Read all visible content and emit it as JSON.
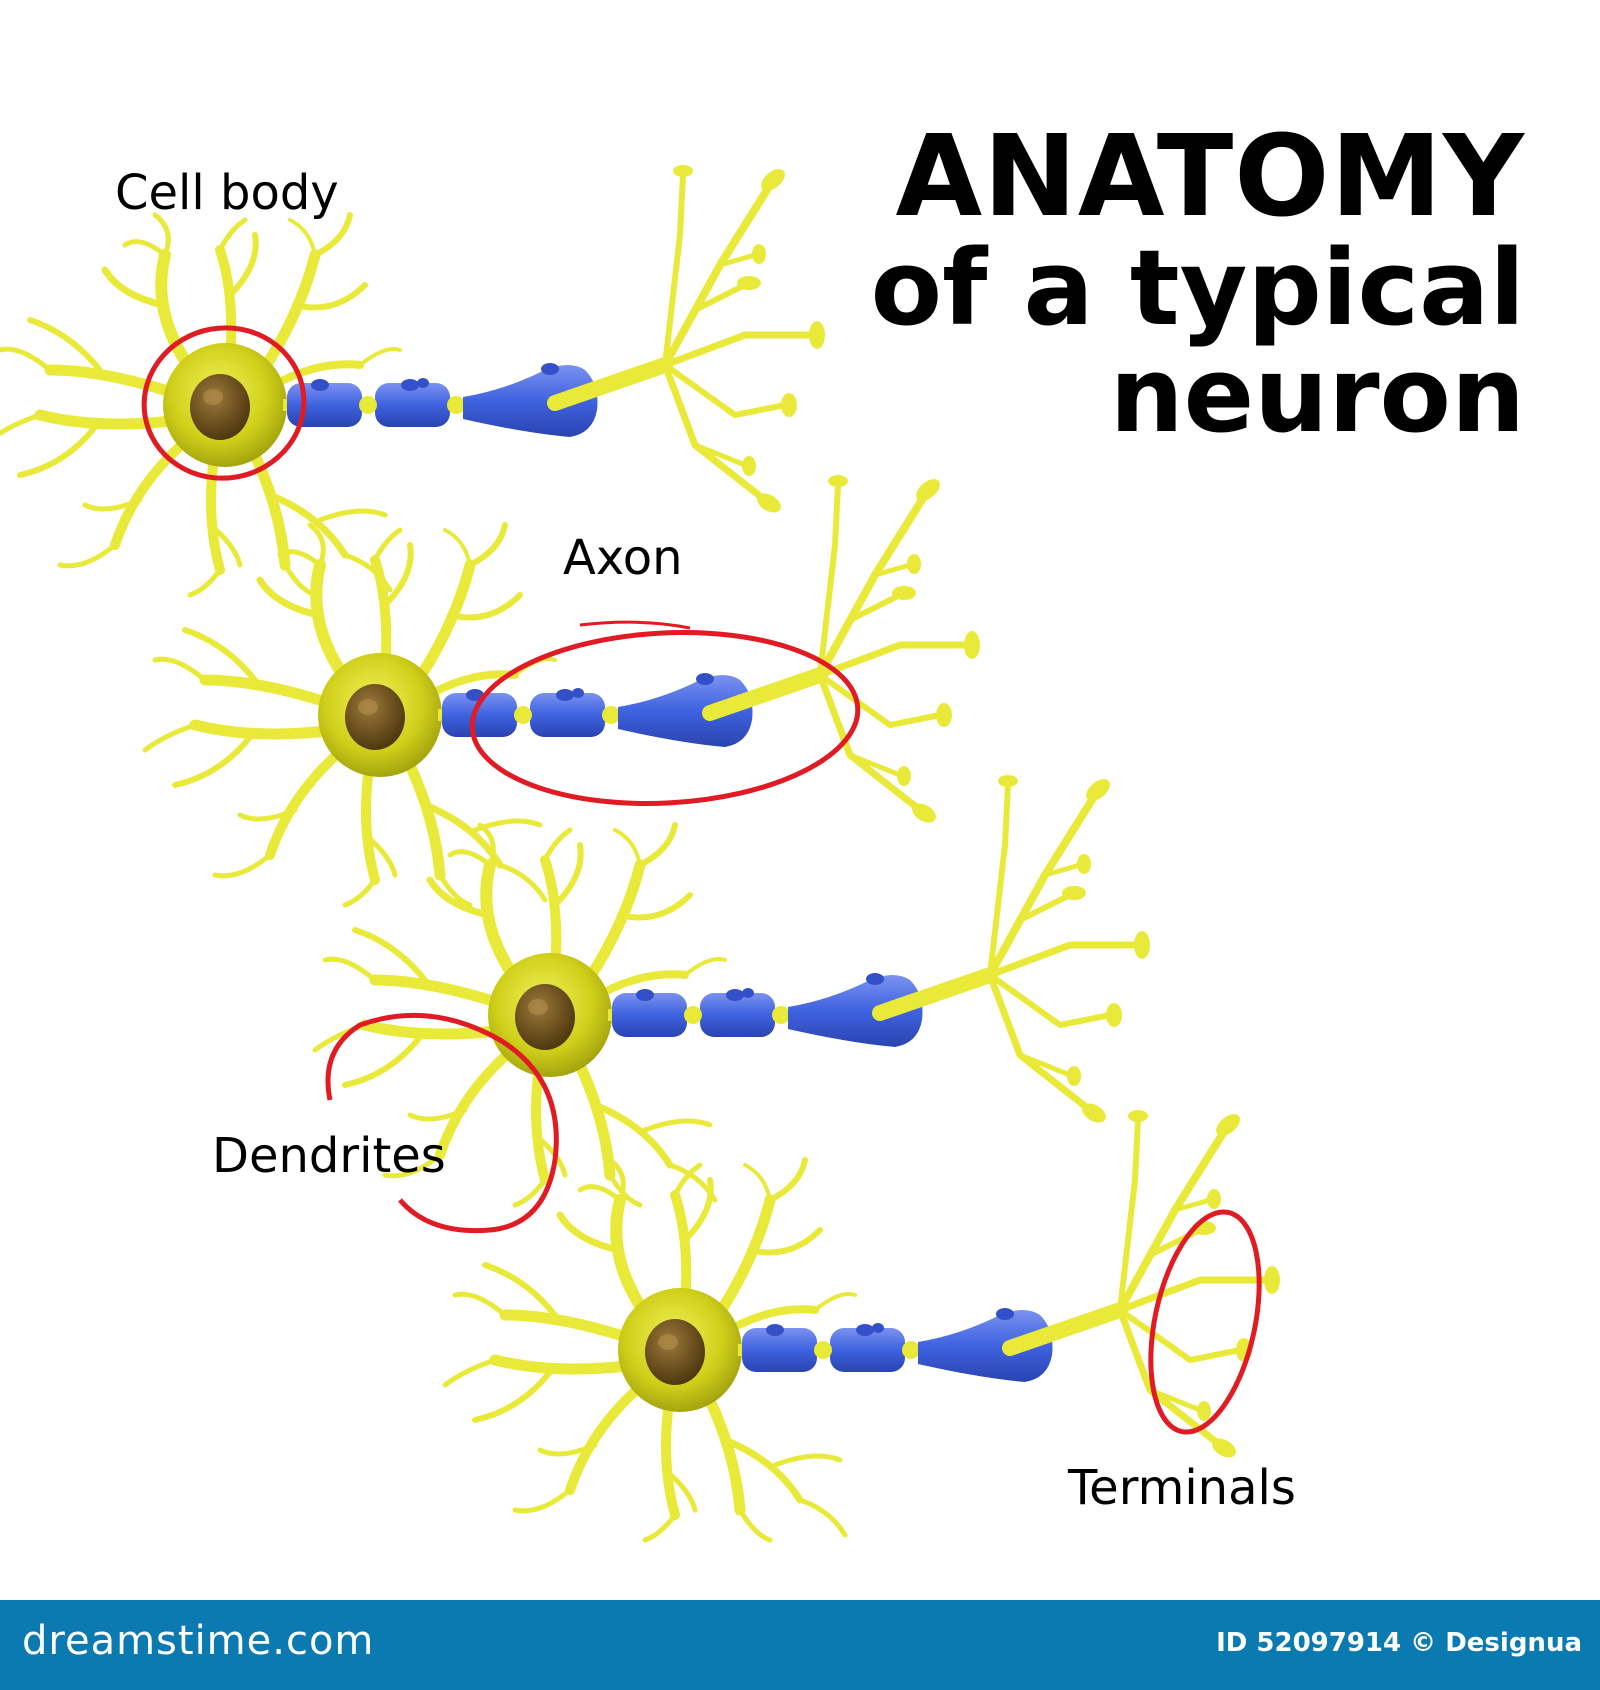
{
  "title": {
    "line1": "ANATOMY",
    "line2": "of a typical",
    "line3": "neuron"
  },
  "labels": {
    "cell_body": "Cell body",
    "axon": "Axon",
    "dendrites": "Dendrites",
    "terminals": "Terminals"
  },
  "footer": {
    "brand": "dreamstime.com",
    "credit": "ID 52097914 © Designua"
  },
  "colors": {
    "cell_yellow": "#cfcf1a",
    "dendrite_yellow": "#e9e93a",
    "nucleus_brown": "#5e4212",
    "myelin_blue": "#3f62e0",
    "highlight_red": "#e01b24",
    "footer_blue": "#0a7ab0"
  },
  "neurons": [
    {
      "id": "neuron-cell-body",
      "highlight": "cell-body"
    },
    {
      "id": "neuron-axon",
      "highlight": "axon"
    },
    {
      "id": "neuron-dendrites",
      "highlight": "dendrites"
    },
    {
      "id": "neuron-terminals",
      "highlight": "terminals"
    }
  ]
}
